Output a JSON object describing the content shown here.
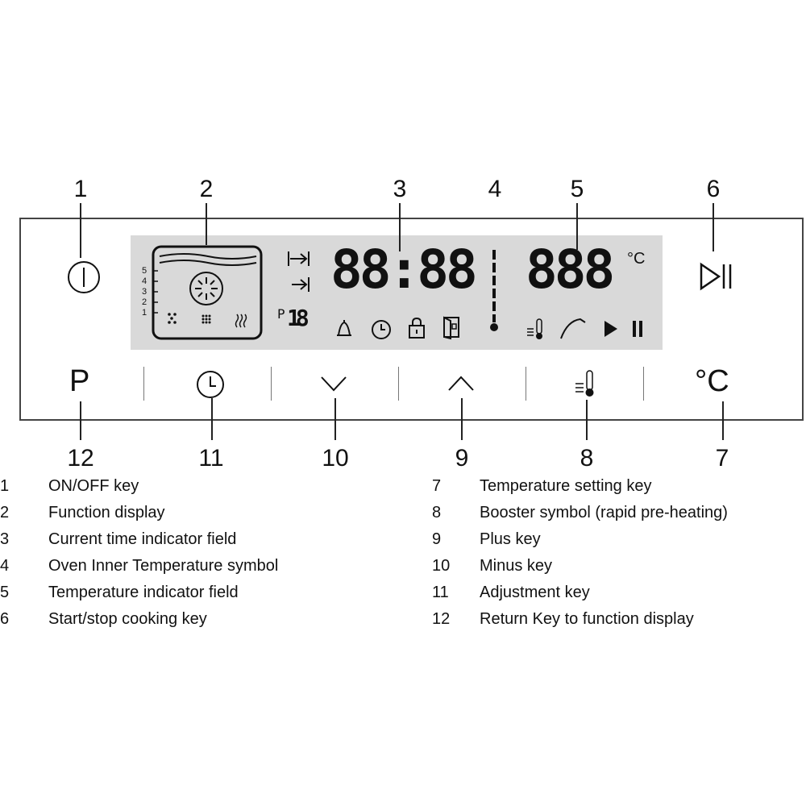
{
  "top_callouts": [
    "1",
    "2",
    "3",
    "4",
    "5",
    "6"
  ],
  "bottom_callouts": [
    "12",
    "11",
    "10",
    "9",
    "8",
    "7"
  ],
  "display": {
    "time_digits": "88:88",
    "temp_digits": "888",
    "temp_unit": "°C",
    "program_prefix": "P",
    "program_digit": "18",
    "shelf_levels": [
      "5",
      "4",
      "3",
      "2",
      "1"
    ]
  },
  "keys": {
    "p_label": "P",
    "celsius_label": "°C"
  },
  "legend": [
    {
      "num": "1",
      "text": "ON/OFF key"
    },
    {
      "num": "2",
      "text": "Function display"
    },
    {
      "num": "3",
      "text": "Current time indicator field"
    },
    {
      "num": "4",
      "text": "Oven Inner Temperature symbol"
    },
    {
      "num": "5",
      "text": "Temperature indicator field"
    },
    {
      "num": "6",
      "text": "Start/stop cooking key"
    },
    {
      "num": "7",
      "text": "Temperature setting key"
    },
    {
      "num": "8",
      "text": "Booster symbol (rapid pre-heating)"
    },
    {
      "num": "9",
      "text": "Plus key"
    },
    {
      "num": "10",
      "text": "Minus key"
    },
    {
      "num": "11",
      "text": "Adjustment key"
    },
    {
      "num": "12",
      "text": "Return Key to function display"
    }
  ],
  "icons": [
    "power-icon",
    "oven-cavity-icon",
    "fan-icon",
    "skip-end-icon",
    "arrow-end-icon",
    "bell-icon",
    "clock-icon",
    "lock-icon",
    "door-icon",
    "thermometer-bar-icon",
    "booster-icon",
    "probe-icon",
    "play-icon",
    "pause-icon",
    "play-pause-icon",
    "chevron-down-icon",
    "chevron-up-icon"
  ]
}
